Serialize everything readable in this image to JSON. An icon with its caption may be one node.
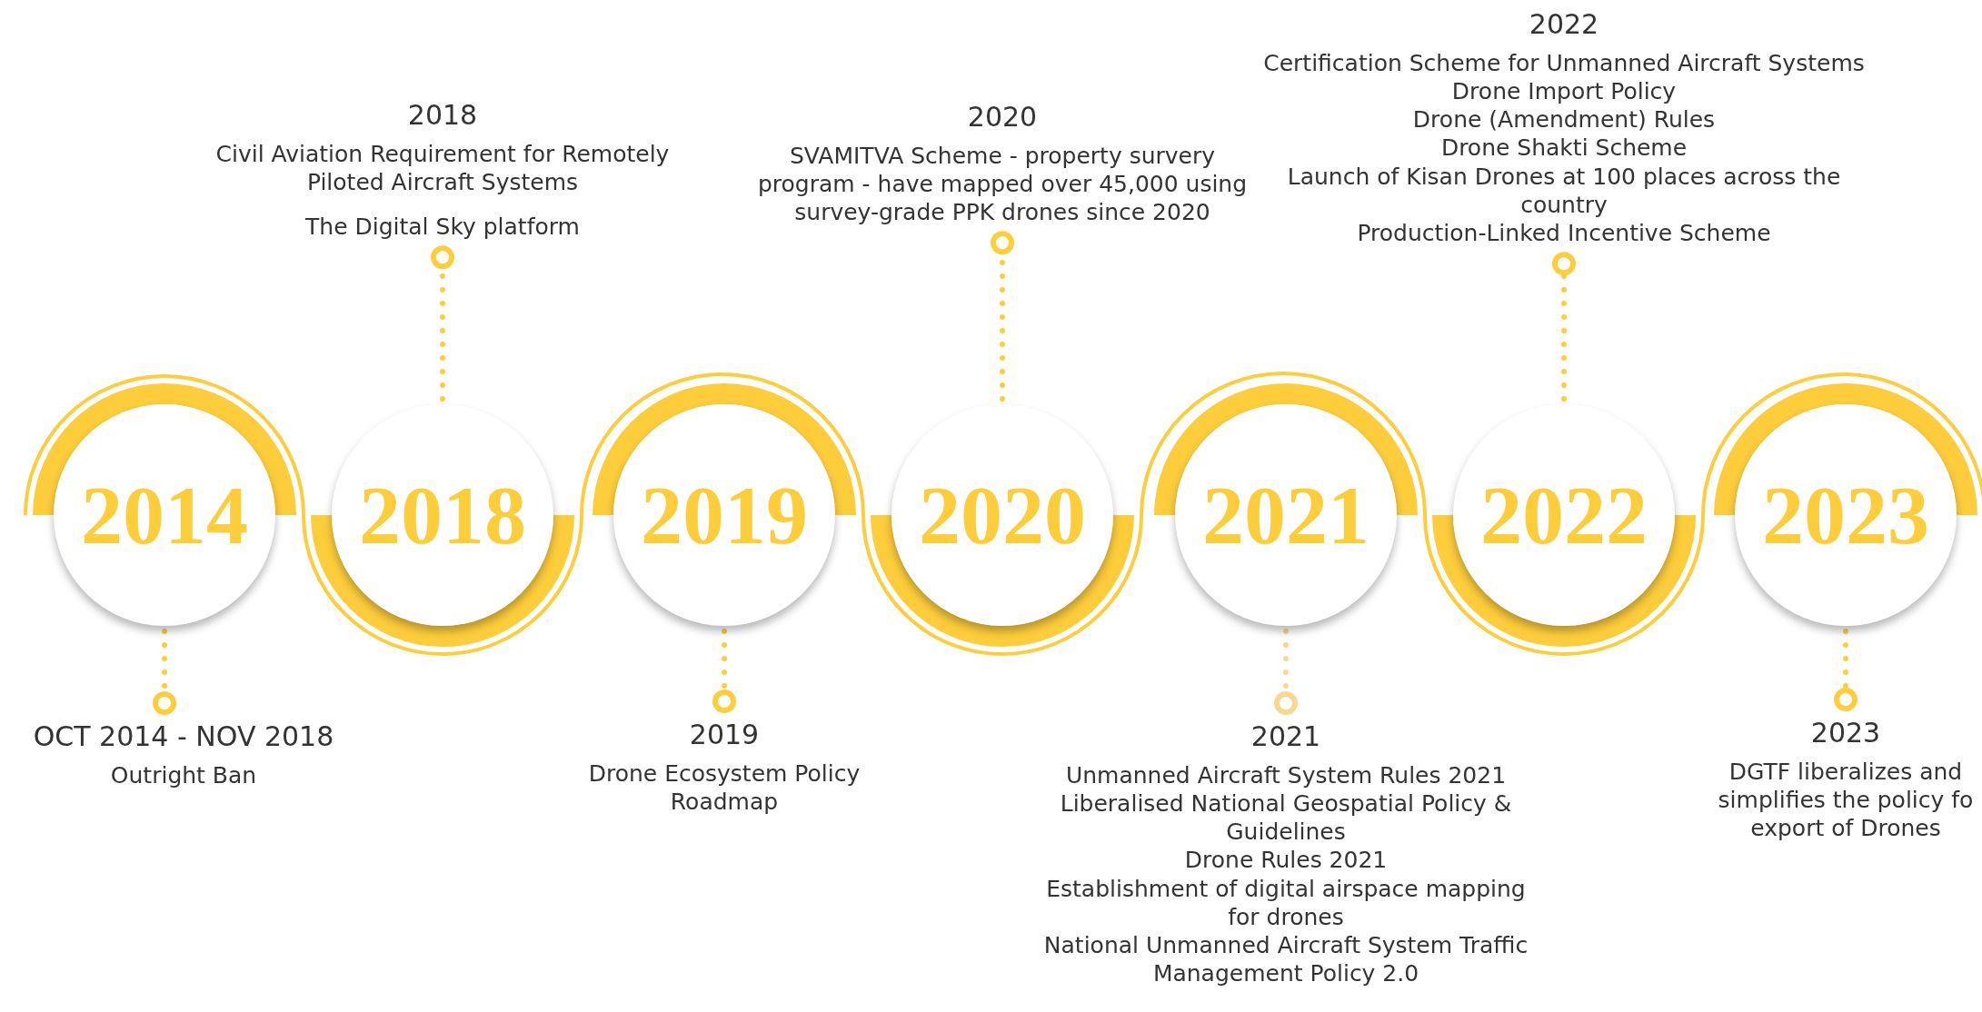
{
  "diagram": {
    "nodes": [
      {
        "text": [
          "2014"
        ]
      },
      {
        "text": [
          "2018"
        ]
      },
      {
        "text": [
          "2019"
        ]
      },
      {
        "text": [
          "2020"
        ]
      },
      {
        "text": [
          "2021"
        ]
      },
      {
        "text": [
          "2022"
        ]
      },
      {
        "text": [
          "2023"
        ]
      },
      {
        "text": [
          "OCT 2014 - NOV 2018",
          "Outright Ban"
        ]
      },
      {
        "text": [
          "2018",
          "Civil Aviation Requirement for Remotely Piloted Aircraft Systems",
          "The Digital Sky platform"
        ]
      },
      {
        "text": [
          "2019",
          "Drone Ecosystem Policy Roadmap"
        ]
      },
      {
        "text": [
          "2020",
          "SVAMITVA Scheme - property survery program - have mapped over 45,000 using survey-grade PPK drones since 2020"
        ]
      },
      {
        "text": [
          "2021",
          "Unmanned Aircraft System Rules 2021",
          "Liberalised National Geospatial Policy & Guidelines",
          "Drone Rules 2021",
          "Establishment of digital airspace mapping for drones",
          "National Unmanned Aircraft System Traffic Management Policy 2.0"
        ]
      },
      {
        "text": [
          "2022",
          "Certification Scheme for Unmanned Aircraft Systems",
          "Drone Import Policy",
          "Drone (Amendment) Rules",
          "Drone Shakti Scheme",
          "Launch of Kisan Drones at 100 places across the country",
          "Production-Linked Incentive Scheme"
        ]
      },
      {
        "text": [
          "2023",
          "DGTF liberalizes and simplifies the policy fo export of Drones"
        ]
      }
    ],
    "edges": [
      {
        "from": 0,
        "to": 7,
        "arrow": "other",
        "style": "dashed"
      },
      {
        "from": 1,
        "to": 8,
        "arrow": "other",
        "style": "dashed"
      },
      {
        "from": 2,
        "to": 9,
        "arrow": "other",
        "style": "dashed"
      },
      {
        "from": 3,
        "to": 10,
        "arrow": "other",
        "style": "dashed"
      },
      {
        "from": 4,
        "to": 11,
        "arrow": "other",
        "style": "dashed",
        "color": "#f7d891"
      },
      {
        "from": 5,
        "to": 12,
        "arrow": "other",
        "style": "dashed"
      },
      {
        "from": 6,
        "to": 13,
        "arrow": "other",
        "style": "dashed"
      }
    ]
  }
}
